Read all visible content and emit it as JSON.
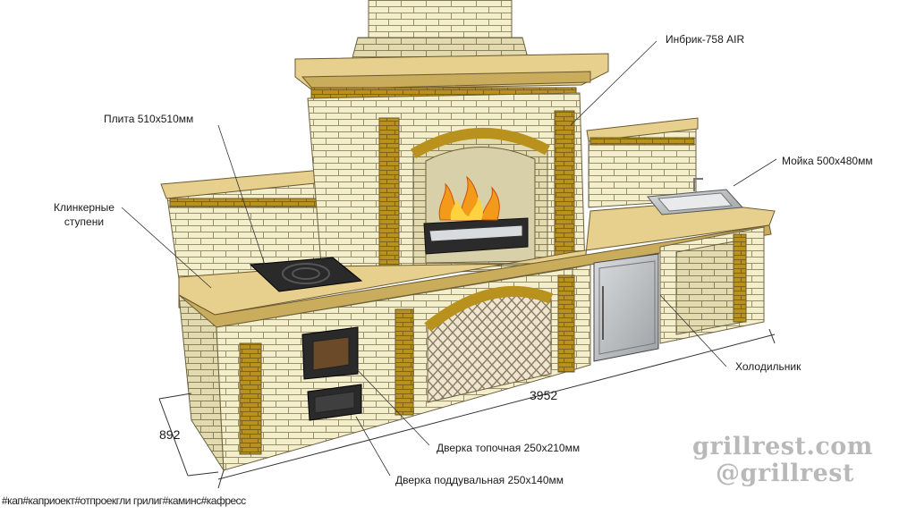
{
  "labels": {
    "inbrik": "Инбрик-758 AIR",
    "plita": "Плита 510х510мм",
    "klinker": "Клинкерные\nступени",
    "moyka": "Мойка 500х480мм",
    "holodilnik": "Холодильник",
    "dverka_top": "Дверка топочная 250х210мм",
    "dverka_pod": "Дверка поддувальная 250х140мм"
  },
  "dimensions": {
    "width": "3952",
    "depth": "892"
  },
  "watermark": {
    "site": "grillrest.com",
    "handle": "@grillrest"
  },
  "footer_text": "#кап#каприоект#отпроекгли грилиг#каминс#кафресс",
  "colors": {
    "brick": "#f1ecc8",
    "mortar": "#9b8f6a",
    "accent_brick": "#b8921c",
    "countertop": "#e7cf8e",
    "steel": "#bfc2c4",
    "fire": "#f39a1a"
  }
}
